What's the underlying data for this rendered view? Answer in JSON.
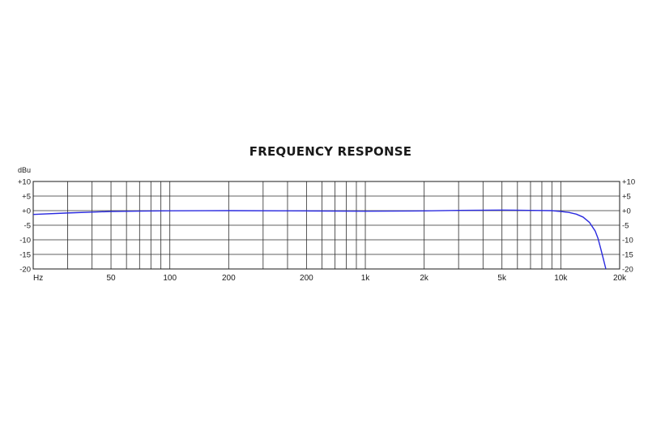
{
  "chart_data": {
    "type": "line",
    "title": "FREQUENCY RESPONSE",
    "ylabel": "dBu",
    "x_scale": "log",
    "xlim": [
      20,
      20000
    ],
    "ylim": [
      -20,
      10
    ],
    "grid": true,
    "x_ticks": [
      {
        "value": 20,
        "label": "Hz"
      },
      {
        "value": 50,
        "label": "50"
      },
      {
        "value": 100,
        "label": "100"
      },
      {
        "value": 200,
        "label": "200"
      },
      {
        "value": 500,
        "label": "200"
      },
      {
        "value": 1000,
        "label": "1k"
      },
      {
        "value": 2000,
        "label": "2k"
      },
      {
        "value": 5000,
        "label": "5k"
      },
      {
        "value": 10000,
        "label": "10k"
      },
      {
        "value": 20000,
        "label": "20k"
      }
    ],
    "y_ticks": [
      {
        "value": 10,
        "label": "+10"
      },
      {
        "value": 5,
        "label": "+5"
      },
      {
        "value": 0,
        "label": "+0"
      },
      {
        "value": -5,
        "label": "-5"
      },
      {
        "value": -10,
        "label": "-10"
      },
      {
        "value": -15,
        "label": "-15"
      },
      {
        "value": -20,
        "label": "-20"
      }
    ],
    "grid_x": [
      20,
      30,
      40,
      50,
      60,
      70,
      80,
      90,
      100,
      200,
      300,
      400,
      500,
      600,
      700,
      800,
      900,
      1000,
      2000,
      3000,
      4000,
      5000,
      6000,
      7000,
      8000,
      9000,
      10000,
      20000
    ],
    "series": [
      {
        "color": "#2a2adf",
        "x": [
          20,
          30,
          40,
          50,
          70,
          100,
          200,
          500,
          1000,
          2000,
          3000,
          5000,
          7000,
          9000,
          10000,
          11000,
          12000,
          13000,
          14000,
          15000,
          15500,
          16000,
          16500,
          17000
        ],
        "y": [
          -1.3,
          -0.8,
          -0.5,
          -0.3,
          -0.15,
          -0.05,
          0,
          -0.1,
          -0.2,
          -0.1,
          0.1,
          0.2,
          0.1,
          0.0,
          -0.3,
          -0.6,
          -1.2,
          -2.2,
          -4.0,
          -7.0,
          -9.5,
          -13.0,
          -16.5,
          -20.0
        ]
      }
    ]
  }
}
